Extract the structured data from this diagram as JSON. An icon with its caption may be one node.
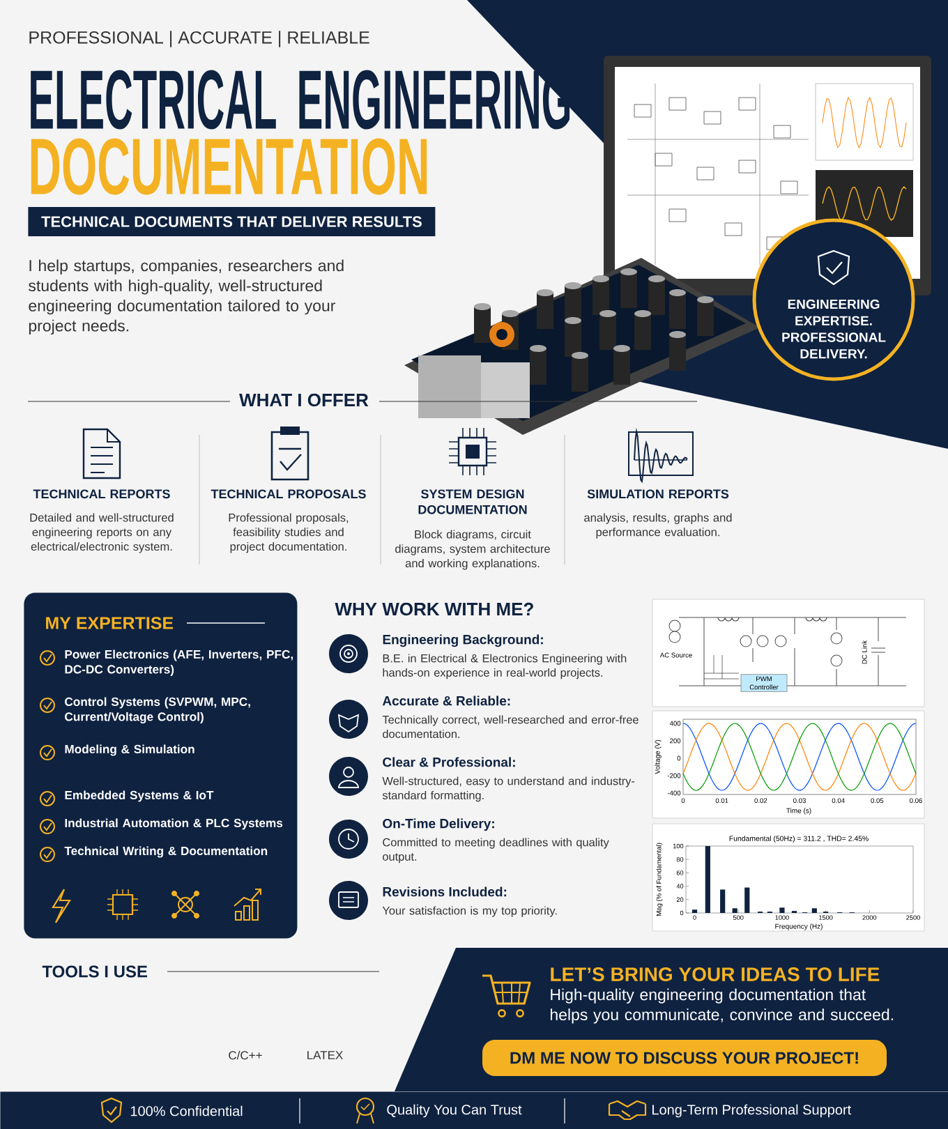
{
  "diagram": {
    "title": "ELECTRICAL ENGINEERING",
    "nodes": [
      {
        "text": [
          "TECHNICAL DOCUMENTS THAT DELIVER RESULTS"
        ]
      },
      {
        "text": [
          "ENGINEERING EXPERTISE. PROFESSIONAL DELIVERY."
        ]
      },
      {
        "text": [
          "MY EXPERTISE",
          "Power Electronics (AFE, Inverters, PFC, DC-DC Converters)",
          "Control Systems (SVPWM, MPC, Current/Voltage Control)",
          "Modeling & Simulation",
          "Embedded Systems & IoT",
          "Industrial Automation & PLC Systems",
          "Technical Writing & Documentation"
        ]
      },
      {
        "text": [
          "PWM Controller"
        ]
      },
      {
        "text": [
          "LET’S BRING YOUR IDEAS TO LIFE",
          "High-quality engineering documentation that helps you communicate, convince and succeed."
        ]
      },
      {
        "text": [
          "DM ME NOW TO DISCUSS YOUR PROJECT!"
        ],
        "in": 4
      },
      {
        "text": [
          "100% Confidential",
          "Quality You Can Trust",
          "Long-Term Professional Support"
        ]
      }
    ],
    "labels": [
      "PROFESSIONAL | ACCURATE | RELIABLE",
      "DOCUMENTATION",
      "I help startups, companies, researchers and students with high-quality, well-structured engineering documentation tailored to your project needs.",
      "WHAT I OFFER",
      "TECHNICAL REPORTS",
      "Detailed and well-structured engineering reports on any electrical/electronic system.",
      "TECHNICAL PROPOSALS",
      "Professional proposals, feasibility studies and project documentation.",
      "SYSTEM DESIGN DOCUMENTATION",
      "Block diagrams, circuit diagrams, system architecture and working explanations.",
      "SIMULATION REPORTS",
      "analysis, results, graphs and performance evaluation.",
      "WHY WORK WITH ME?",
      "Engineering Background:",
      "B.E. in Electrical & Electronics Engineering with hands-on experience in real-world projects.",
      "Accurate & Reliable:",
      "Technically correct, well-researched and error-free documentation.",
      "Clear & Professional:",
      "Well-structured, easy to understand and industry-standard formatting.",
      "On-Time Delivery:",
      "Committed to meeting deadlines with quality output.",
      "Revisions Included:",
      "Your satisfaction is my top priority.",
      "AC Source",
      "DC Link",
      "400",
      "200",
      "0",
      "-200",
      "-400",
      "0",
      "0.01",
      "0.02",
      "0.03",
      "0.04",
      "0.05",
      "0.06",
      "Voltage (V)",
      "Time (s)",
      "TOOLS I USE",
      "C/C++",
      "LATEX"
    ],
    "chart_data": {
      "type": "bar",
      "title": "Fundamental (50Hz) = 311.2 , THD= 2.45%",
      "xlabel": "Frequency (Hz)",
      "ylabel": "Mag (% of Fundamental)",
      "x": [
        0,
        150,
        320,
        460,
        600,
        750,
        860,
        1000,
        1140,
        1260,
        1370,
        1500,
        1660,
        1800
      ],
      "series": [
        {
          "color": "#0f2240",
          "values": [
            5,
            100,
            35,
            7,
            38,
            2,
            2,
            8,
            3,
            1,
            7,
            2,
            1,
            1
          ]
        }
      ],
      "xlim": [
        -100,
        2500
      ],
      "ylim": [
        0,
        100
      ],
      "xticks": [
        0,
        500,
        1000,
        1500,
        2000,
        2500
      ],
      "yticks": [
        0,
        20,
        40,
        60,
        80,
        100
      ]
    }
  }
}
